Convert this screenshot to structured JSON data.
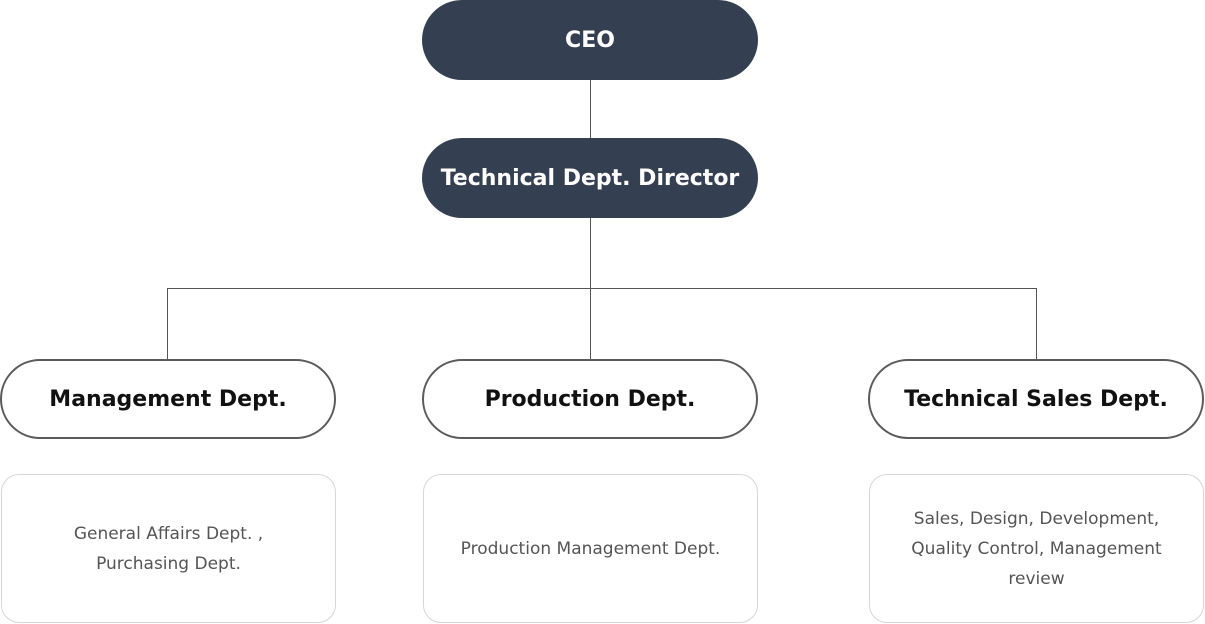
{
  "colors": {
    "dark_node_bg": "#343f51",
    "dark_node_text": "#ffffff",
    "outline_border": "#5b5b5b",
    "connector": "#555555",
    "desc_border": "#d6d6d6",
    "desc_text": "#555555"
  },
  "org": {
    "ceo": "CEO",
    "director": "Technical Dept. Director",
    "departments": [
      {
        "name": "Management Dept.",
        "lines": [
          "General Affairs Dept. ,",
          "Purchasing Dept."
        ]
      },
      {
        "name": "Production Dept.",
        "lines": [
          "Production Management Dept."
        ]
      },
      {
        "name": "Technical Sales Dept.",
        "lines": [
          "Sales, Design, Development,",
          "Quality Control, Management",
          "review"
        ]
      }
    ]
  }
}
